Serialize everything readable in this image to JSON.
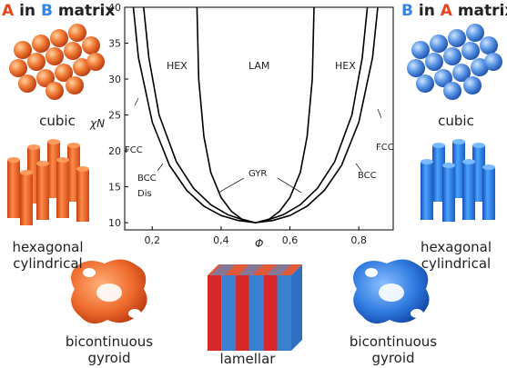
{
  "header": {
    "left_title_a": "A",
    "left_title_mid": " in ",
    "left_title_b": "B",
    "left_title_end": " matrix",
    "right_title_b": "B",
    "right_title_mid": " in ",
    "right_title_a": "A",
    "right_title_end": " matrix"
  },
  "left_labels": {
    "cubic": "cubic",
    "hex_line1": "hexagonal",
    "hex_line2": "cylindrical",
    "gyr_line1": "bicontinuous",
    "gyr_line2": "gyroid"
  },
  "right_labels": {
    "cubic": "cubic",
    "hex_line1": "hexagonal",
    "hex_line2": "cylindrical",
    "gyr_line1": "bicontinuous",
    "gyr_line2": "gyroid"
  },
  "center_label": "lamellar",
  "colors": {
    "A": "#e8451f",
    "B": "#2f86e8",
    "lamella_red": "#d62828",
    "lamella_blue": "#3a7fd0"
  },
  "chart_data": {
    "type": "line",
    "xlabel": "Φ",
    "ylabel": "χN",
    "xlim": [
      0.12,
      0.9
    ],
    "ylim": [
      9,
      40
    ],
    "x_ticks": [
      "0,2",
      "0,4",
      "0,6",
      "0,8"
    ],
    "y_ticks": [
      "10",
      "15",
      "20",
      "25",
      "30",
      "35",
      "40"
    ],
    "region_labels": [
      "HEX",
      "LAM",
      "HEX"
    ],
    "annotations": [
      "FCC",
      "BCC",
      "Dis",
      "GYR",
      "BCC",
      "FCC"
    ],
    "series": [
      {
        "values_x": [
          0.145,
          0.16,
          0.2,
          0.25,
          0.3,
          0.35,
          0.4,
          0.45,
          0.5
        ],
        "values_y": [
          40,
          33,
          24,
          18,
          14.5,
          12.3,
          11,
          10.3,
          10.0
        ]
      },
      {
        "values_x": [
          0.175,
          0.19,
          0.22,
          0.27,
          0.32,
          0.37,
          0.42,
          0.47,
          0.5
        ],
        "values_y": [
          40,
          33,
          25,
          18.5,
          14.8,
          12.5,
          11.1,
          10.3,
          10.0
        ]
      },
      {
        "values_x": [
          0.33,
          0.335,
          0.35,
          0.37,
          0.4,
          0.43,
          0.46,
          0.5
        ],
        "values_y": [
          40,
          30,
          22,
          17,
          13.5,
          11.6,
          10.5,
          10.0
        ]
      }
    ]
  }
}
